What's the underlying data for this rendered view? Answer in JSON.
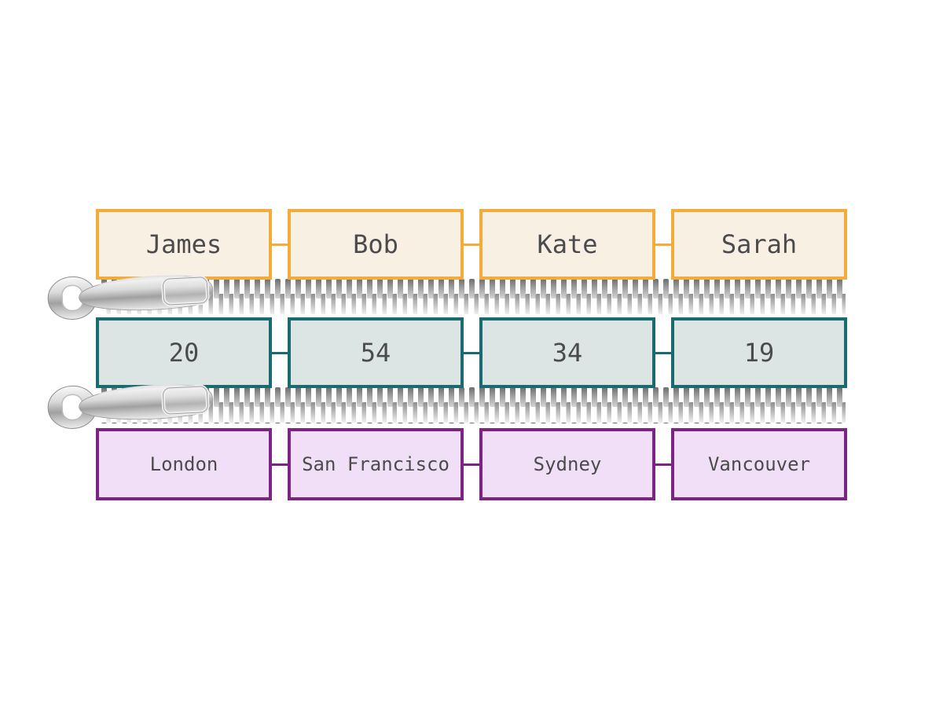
{
  "rows": [
    {
      "id": "names",
      "items": [
        "James",
        "Bob",
        "Kate",
        "Sarah"
      ]
    },
    {
      "id": "ages",
      "items": [
        "20",
        "54",
        "34",
        "19"
      ]
    },
    {
      "id": "cities",
      "items": [
        "London",
        "San Francisco",
        "Sydney",
        "Vancouver"
      ]
    }
  ],
  "icons": {
    "zipper_pull": "zipper-pull-icon",
    "zipper_teeth": "zipper-teeth-icon"
  },
  "colors": {
    "background": "#FFFFFF",
    "text": "#4B4B4D",
    "names_border": "#F2AC3C",
    "names_fill": "#F8F0E3",
    "ages_border": "#1A6B70",
    "ages_fill": "#DCE5E4",
    "cities_border": "#7C2483",
    "cities_fill": "#F0DFF6",
    "zipper_metal": "#B5B5B5",
    "zipper_tooth_dark": "#6E6E6E",
    "zipper_tooth_light": "#EFEFEF"
  }
}
